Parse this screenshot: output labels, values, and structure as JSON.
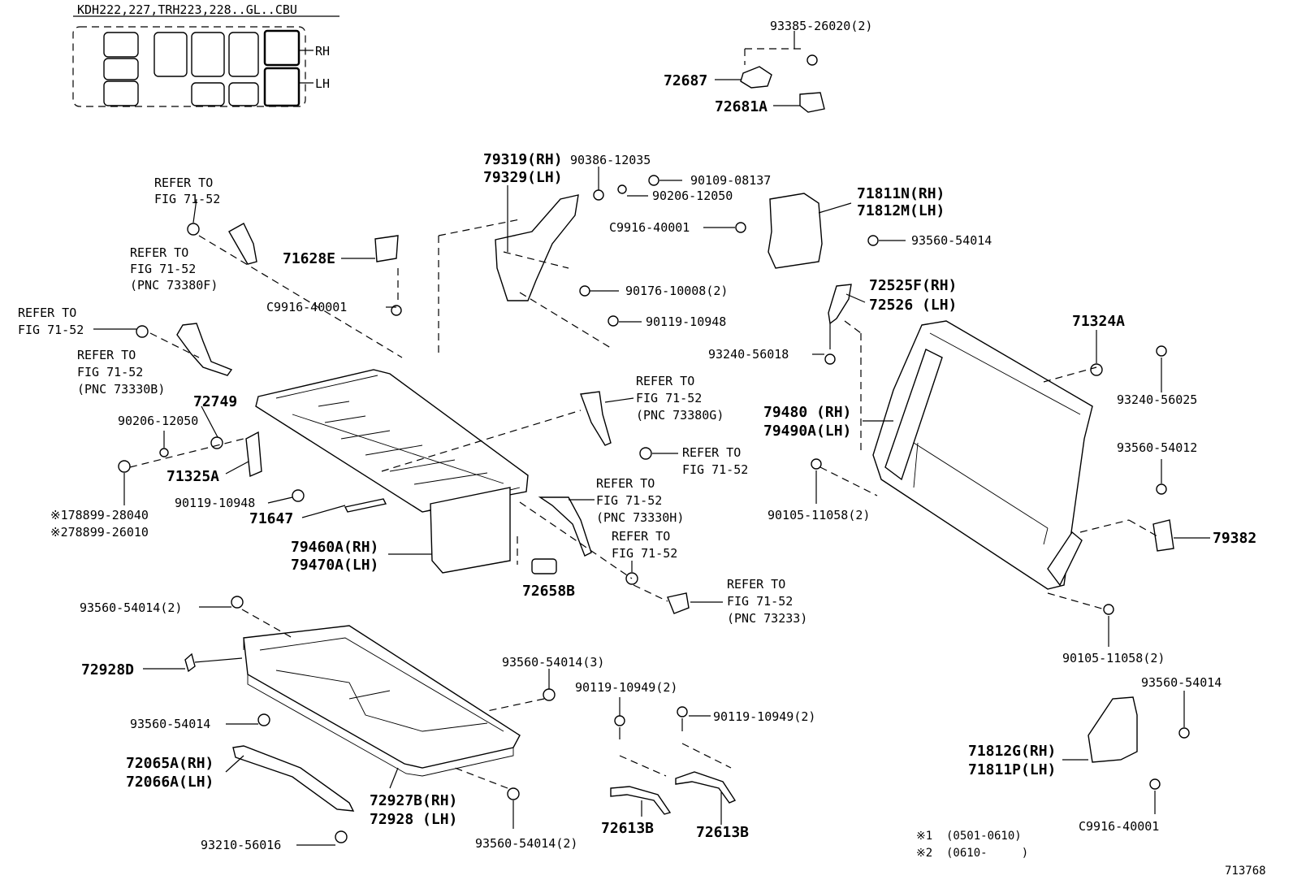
{
  "header": {
    "model_applicability": "KDH222,227,TRH223,228..GL..CBU"
  },
  "seat_map": {
    "rh": "RH",
    "lh": "LH"
  },
  "footnotes": [
    {
      "mark": "※1",
      "range": "(0501-0610)"
    },
    {
      "mark": "※2",
      "range": "(0610-     )"
    }
  ],
  "figure_number": "713768",
  "labels": {
    "p93385": "93385-26020(2)",
    "p72687": "72687",
    "p72681a": "72681A",
    "p79319": "79319(RH)",
    "p79329": "79329(LH)",
    "p90386": "90386-12035",
    "p90109": "90109-08137",
    "p90206a": "90206-12050",
    "p71811n": "71811N(RH)",
    "p71812m": "71812M(LH)",
    "pc9916a": "C9916-40001",
    "p93560a": "93560-54014",
    "p90176": "90176-10008(2)",
    "p90119a": "90119-10948",
    "p72525f": "72525F(RH)",
    "p72526": "72526 (LH)",
    "p93240a": "93240-56018",
    "p71324a": "71324A",
    "p93240b": "93240-56025",
    "p79480": "79480 (RH)",
    "p79490a": "79490A(LH)",
    "p93560b": "93560-54012",
    "p90105a": "90105-11058(2)",
    "p79382": "79382",
    "p90105b": "90105-11058(2)",
    "p71628e": "71628E",
    "pc9916b": "C9916-40001",
    "p72749": "72749",
    "p90206b": "90206-12050",
    "p71325a": "71325A",
    "p90119b": "90119-10948",
    "p71647": "71647",
    "p178899": "※178899-28040",
    "p278899": "※278899-26010",
    "p79460a": "79460A(RH)",
    "p79470a": "79470A(LH)",
    "p72658b": "72658B",
    "p93560c": "93560-54014(2)",
    "p72928d": "72928D",
    "p93560d": "93560-54014(3)",
    "p93560e": "93560-54014",
    "p72065a": "72065A(RH)",
    "p72066a": "72066A(LH)",
    "p72927b": "72927B(RH)",
    "p72928": "72928 (LH)",
    "p93210": "93210-56016",
    "p93560f": "93560-54014(2)",
    "p90119c": "90119-10949(2)",
    "p90119d": "90119-10949(2)",
    "p72613b_1": "72613B",
    "p72613b_2": "72613B",
    "p93560g": "93560-54014",
    "p71812g": "71812G(RH)",
    "p71811p": "71811P(LH)",
    "pc9916c": "C9916-40001"
  },
  "references": {
    "r1_a": "REFER TO",
    "r1_b": "FIG 71-52",
    "r2_a": "REFER TO",
    "r2_b": "FIG 71-52",
    "r2_c": "(PNC 73380F)",
    "r3_a": "REFER TO",
    "r3_b": "FIG 71-52",
    "r4_a": "REFER TO",
    "r4_b": "FIG 71-52",
    "r4_c": "(PNC 73330B)",
    "r5_a": "REFER TO",
    "r5_b": "FIG 71-52",
    "r5_c": "(PNC 73380G)",
    "r6_a": "REFER TO",
    "r6_b": "FIG 71-52",
    "r7_a": "REFER TO",
    "r7_b": "FIG 71-52",
    "r7_c": "(PNC 73330H)",
    "r8_a": "REFER TO",
    "r8_b": "FIG 71-52",
    "r9_a": "REFER TO",
    "r9_b": "FIG 71-52",
    "r9_c": "(PNC 73233)"
  }
}
